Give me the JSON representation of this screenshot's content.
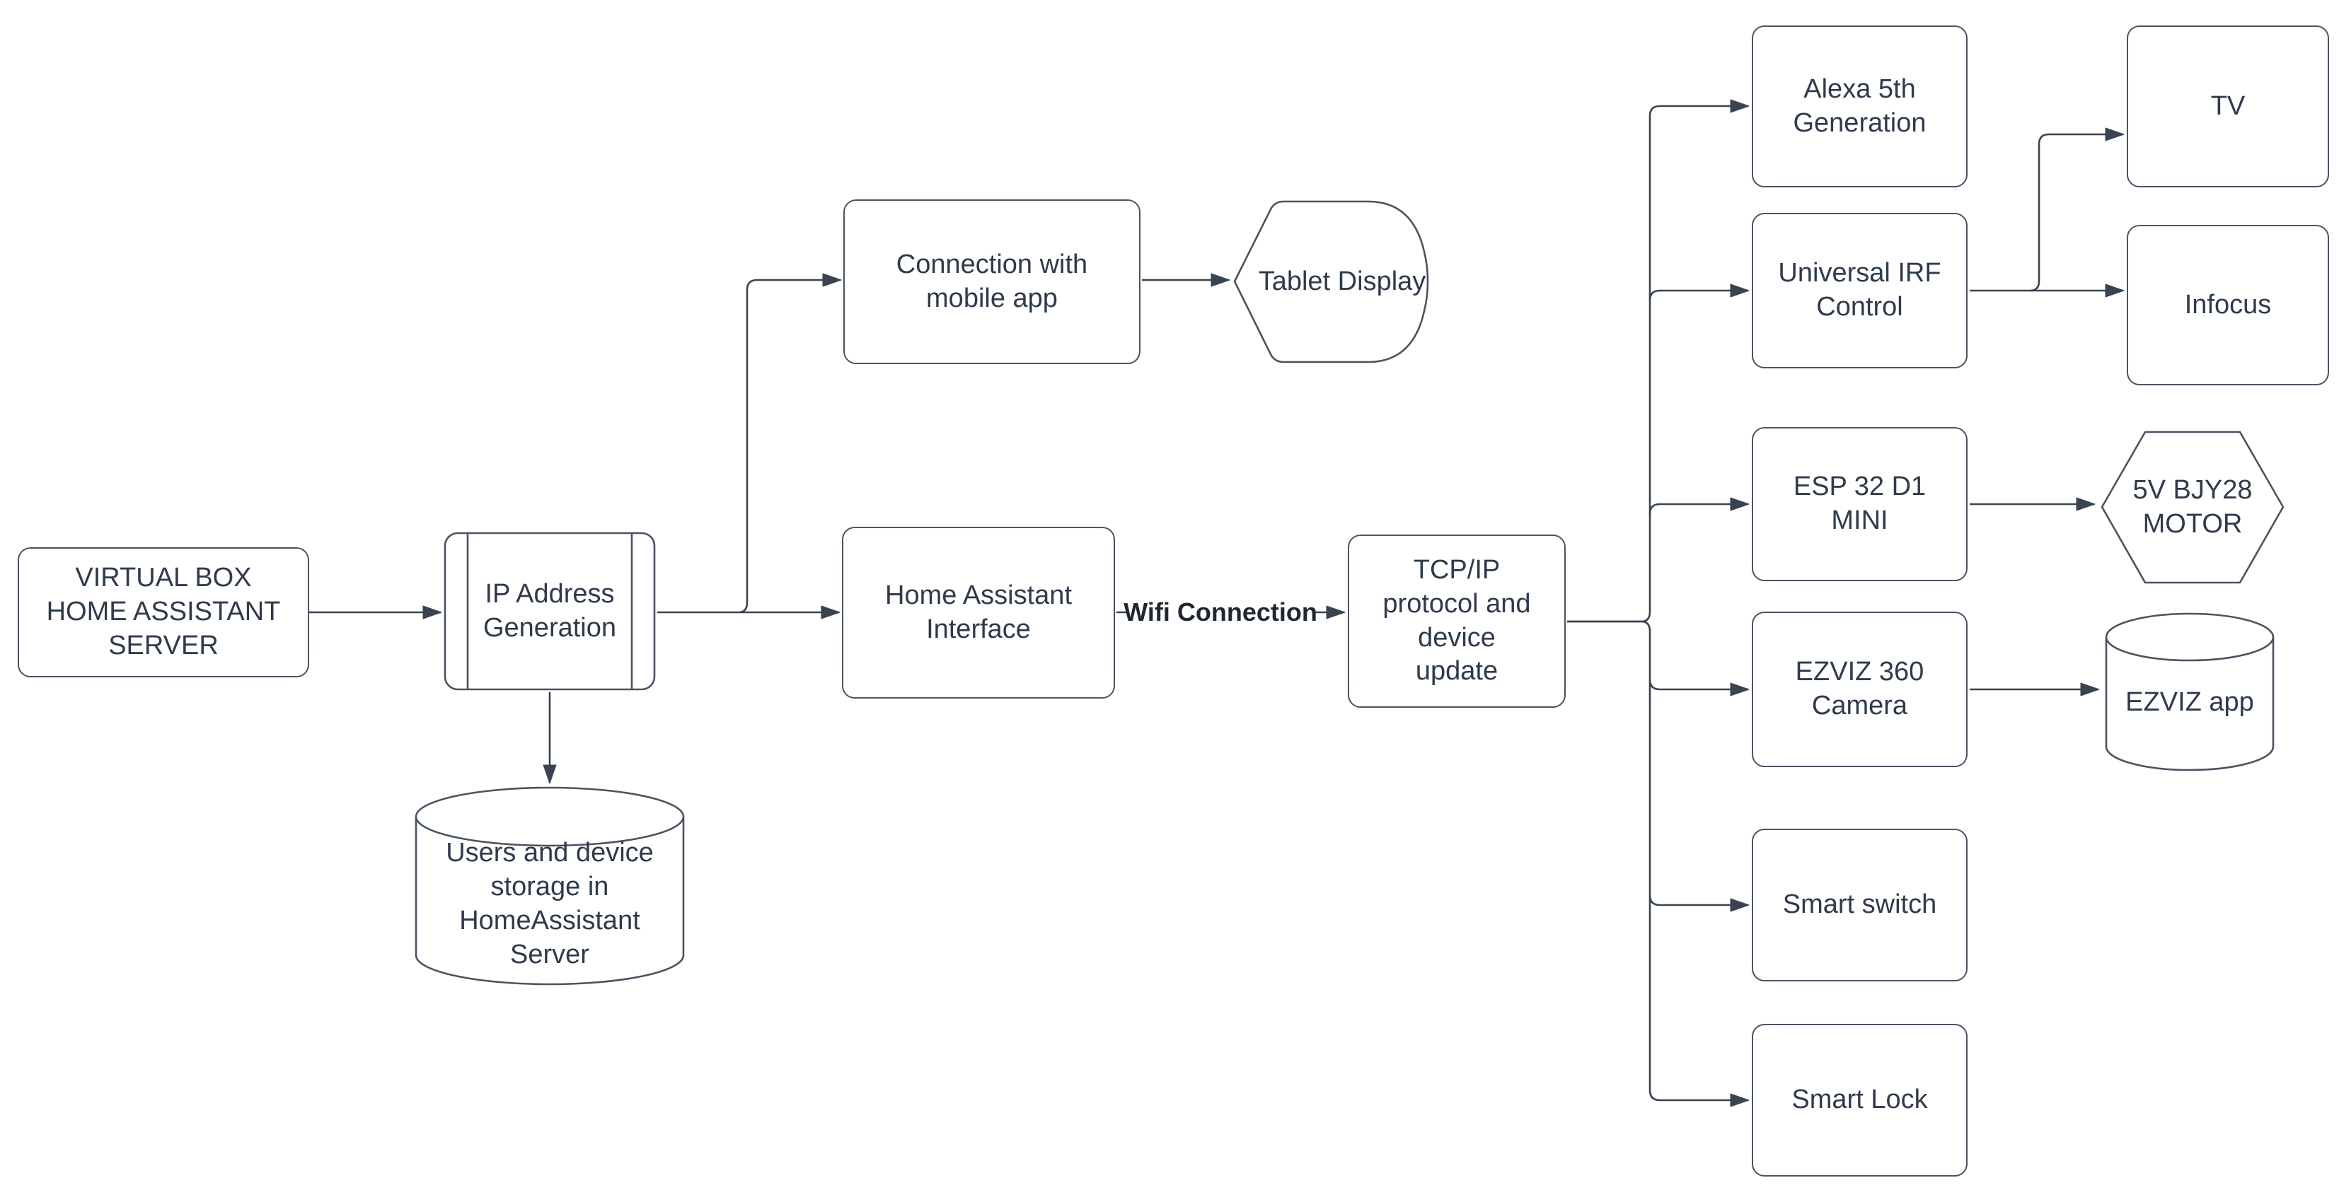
{
  "diagram": {
    "colors": {
      "background": "#ffffff",
      "stroke": "#4a5362",
      "connector": "#3a4450",
      "text": "#2f3b4c",
      "edge_label_text": "#1f2733"
    },
    "nodes": {
      "virtual_box": {
        "label": "VIRTUAL BOX\nHOME ASSISTANT\nSERVER",
        "shape": "rounded-rectangle"
      },
      "ip_generation": {
        "label": "IP Address\nGeneration",
        "shape": "predefined-process"
      },
      "user_storage": {
        "label": "Users and device\nstorage in\nHomeAssistant\nServer",
        "shape": "cylinder"
      },
      "mobile_connection": {
        "label": "Connection with\nmobile app",
        "shape": "rounded-rectangle"
      },
      "tablet_display": {
        "label": "Tablet Display",
        "shape": "display"
      },
      "ha_interface": {
        "label": "Home Assistant\nInterface",
        "shape": "rounded-rectangle"
      },
      "tcpip": {
        "label": "TCP/IP\nprotocol and\ndevice\nupdate",
        "shape": "rounded-rectangle"
      },
      "alexa": {
        "label": "Alexa 5th\nGeneration",
        "shape": "rounded-rectangle"
      },
      "universal_irf": {
        "label": "Universal IRF\nControl",
        "shape": "rounded-rectangle"
      },
      "esp32": {
        "label": "ESP 32 D1\nMINI",
        "shape": "rounded-rectangle"
      },
      "ezviz_camera": {
        "label": "EZVIZ 360\nCamera",
        "shape": "rounded-rectangle"
      },
      "smart_switch": {
        "label": "Smart switch",
        "shape": "rounded-rectangle"
      },
      "smart_lock": {
        "label": "Smart Lock",
        "shape": "rounded-rectangle"
      },
      "tv": {
        "label": "TV",
        "shape": "rounded-rectangle"
      },
      "infocus": {
        "label": "Infocus",
        "shape": "rounded-rectangle"
      },
      "motor": {
        "label": "5V BJY28\nMOTOR",
        "shape": "hexagon"
      },
      "ezviz_app": {
        "label": "EZVIZ app",
        "shape": "cylinder"
      }
    },
    "edges": {
      "wifi": {
        "label": "Wifi Connection"
      }
    }
  }
}
